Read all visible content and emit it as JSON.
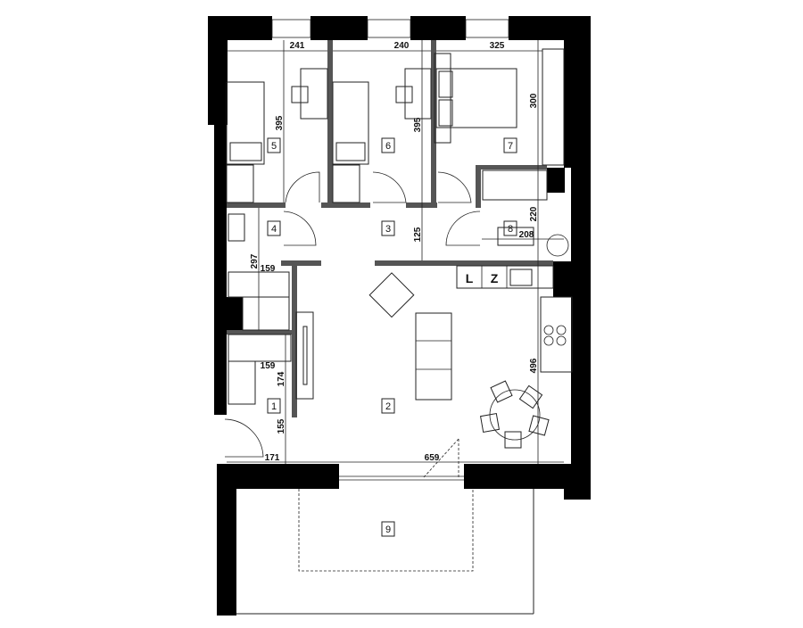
{
  "plan": {
    "rooms": [
      {
        "id": "1"
      },
      {
        "id": "2"
      },
      {
        "id": "3"
      },
      {
        "id": "4"
      },
      {
        "id": "5"
      },
      {
        "id": "6"
      },
      {
        "id": "7"
      },
      {
        "id": "8"
      },
      {
        "id": "9"
      }
    ],
    "dimensions": {
      "room5_width": "241",
      "room6_width": "240",
      "room7_width": "325",
      "room5_depth": "395",
      "room6_depth": "395",
      "room7_depth": "300",
      "room8_depth": "220",
      "room8_width": "208",
      "hall_depth": "125",
      "room4_depth": "297",
      "room4_width": "159",
      "closet_width": "159",
      "closet_depth": "174",
      "entry_depth": "155",
      "entry_width": "171",
      "living_width": "659",
      "living_depth": "496"
    },
    "appliance_labels": {
      "fridge": "L",
      "freezer": "Z"
    }
  }
}
